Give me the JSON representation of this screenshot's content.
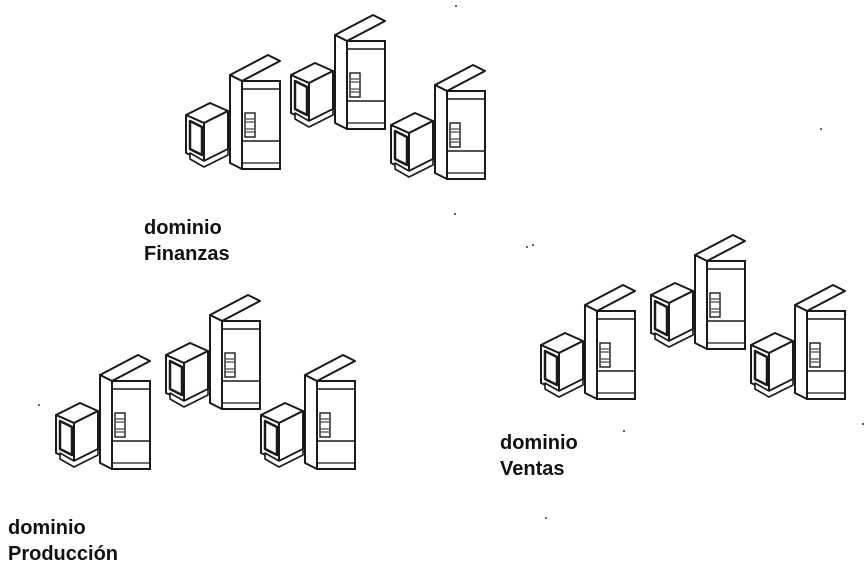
{
  "domains": [
    {
      "id": "finanzas",
      "line1": "dominio",
      "line2": "Finanzas"
    },
    {
      "id": "produccion",
      "line1": "dominio",
      "line2": "Producción"
    },
    {
      "id": "ventas",
      "line1": "dominio",
      "line2": "Ventas"
    }
  ],
  "icon": "server-computer-icon",
  "colors": {
    "line": "#1a1a1a",
    "fill": "#ffffff"
  }
}
